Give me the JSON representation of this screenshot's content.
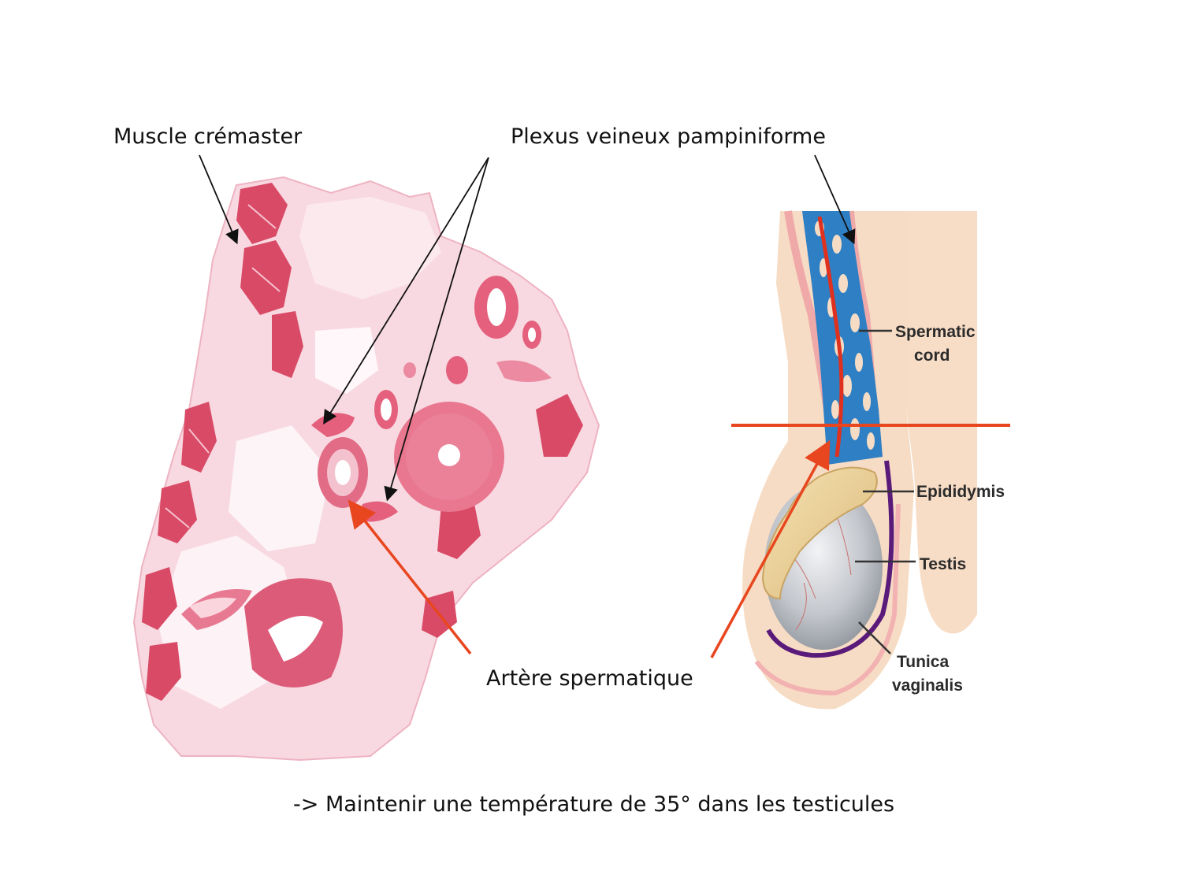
{
  "annotations": {
    "cremaster": "Muscle crémaster",
    "plexus": "Plexus veineux pampiniforme",
    "artery": "Artère spermatique"
  },
  "diagram_labels": {
    "spermatic_line1": "Spermatic",
    "spermatic_line2": "cord",
    "epididymis": "Epididymis",
    "testis": "Testis",
    "tunica_line1": "Tunica",
    "tunica_line2": "vaginalis"
  },
  "caption": "-> Maintenir une température de 35° dans les testicules",
  "colors": {
    "tissue_pink": "#f2b8c6",
    "muscle_red": "#d9435f",
    "vein_blue": "#2f7fc4",
    "artery_red": "#e0301e",
    "section_line": "#e8461e",
    "skin": "#f6dcc4",
    "epididymis": "#ecd29a",
    "testis_gray": "#b8bcc4",
    "tunica_purple": "#5a1a7a"
  }
}
